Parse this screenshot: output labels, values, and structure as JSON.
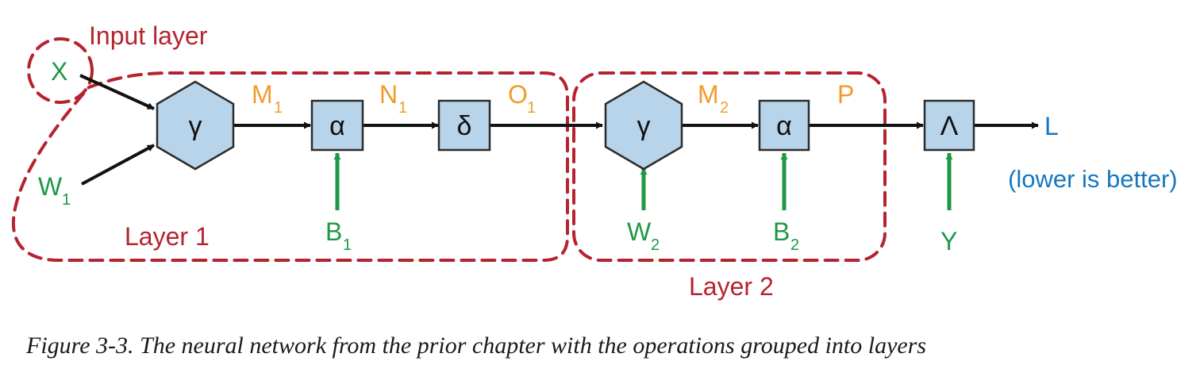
{
  "colors": {
    "group": "#b5232f",
    "node_fill": "#b8d4ea",
    "node_stroke": "#2b2b2b",
    "input": "#1e9846",
    "intermediate": "#f29b2a",
    "output": "#1477c0",
    "edge": "#111111"
  },
  "groups": {
    "input_layer": "Input layer",
    "layer1": "Layer 1",
    "layer2": "Layer 2"
  },
  "nodes": {
    "gamma1": "γ",
    "alpha1": "α",
    "delta": "δ",
    "gamma2": "γ",
    "alpha2": "α",
    "lambda": "Λ"
  },
  "inputs": {
    "x": "X",
    "w1": {
      "main": "W",
      "sub": "1"
    },
    "b1": {
      "main": "B",
      "sub": "1"
    },
    "w2": {
      "main": "W",
      "sub": "2"
    },
    "b2": {
      "main": "B",
      "sub": "2"
    },
    "y": "Y"
  },
  "intermediates": {
    "m1": {
      "main": "M",
      "sub": "1"
    },
    "n1": {
      "main": "N",
      "sub": "1"
    },
    "o1": {
      "main": "O",
      "sub": "1"
    },
    "m2": {
      "main": "M",
      "sub": "2"
    },
    "p": "P"
  },
  "output": {
    "l": "L",
    "note": "(lower is better)"
  },
  "caption": "Figure 3-3. The neural network from the prior chapter with the operations grouped into layers"
}
